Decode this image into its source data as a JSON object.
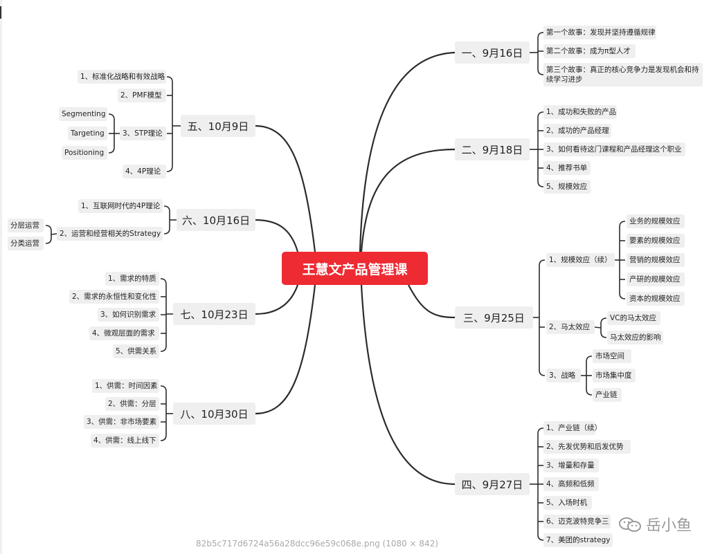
{
  "diagram": {
    "title": "王慧文产品管理课",
    "branches": {
      "b1": {
        "label": "一、9月16日",
        "items": [
          "第一个故事：发现并坚持遵循规律",
          "第二个故事：成为π型人才",
          "第三个故事：真正的核心竞争力是发现机会和持续学习进步"
        ]
      },
      "b2": {
        "label": "二、9月18日",
        "items": [
          "1、成功和失败的产品",
          "2、成功的产品经理",
          "3、如何看待这门课程和产品经理这个职业",
          "4、推荐书单",
          "5、规模效应"
        ]
      },
      "b3": {
        "label": "三、9月25日",
        "items": [
          "1、规模效应（续）",
          "2、马太效应",
          "3、战略"
        ],
        "sub1": [
          "业务的规模效应",
          "要素的规模效应",
          "营销的规模效应",
          "产研的规模效应",
          "资本的规模效应"
        ],
        "sub2": [
          "VC的马太效应",
          "马太效应的影响"
        ],
        "sub3": [
          "市场空间",
          "市场集中度",
          "产业链"
        ]
      },
      "b4": {
        "label": "四、9月27日",
        "items": [
          "1、产业链（续）",
          "2、先发优势和后发优势",
          "3、增量和存量",
          "4、高频和低频",
          "5、入场时机",
          "6、迈克波特竞争三",
          "7、美团的strategy"
        ]
      },
      "b5": {
        "label": "五、10月9日",
        "items": [
          "1、标准化战略和有效战略",
          "2、PMF模型",
          "3、STP理论",
          "4、4P理论"
        ],
        "sub": [
          "Segmenting",
          "Targeting",
          "Positioning"
        ]
      },
      "b6": {
        "label": "六、10月16日",
        "items": [
          "1、互联网时代的4P理论",
          "2、运营和经营相关的Strategy"
        ],
        "sub": [
          "分层运营",
          "分类运营"
        ]
      },
      "b7": {
        "label": "七、10月23日",
        "items": [
          "1、需求的特质",
          "2、需求的永恒性和变化性",
          "3、如何识别需求",
          "4、微观层面的需求",
          "5、供需关系"
        ]
      },
      "b8": {
        "label": "八、10月30日",
        "items": [
          "1、供需：时间因素",
          "2、供需：分层",
          "3、供需：非市场要素",
          "4、供需：线上线下"
        ]
      }
    }
  },
  "watermark": "岳小鱼",
  "caption": "82b5c717d6724a56a28dcc96e59c068e.png (1080 × 842)",
  "colors": {
    "root": "#ee2a33",
    "node": "#efefef",
    "line": "#2b2b2b"
  }
}
